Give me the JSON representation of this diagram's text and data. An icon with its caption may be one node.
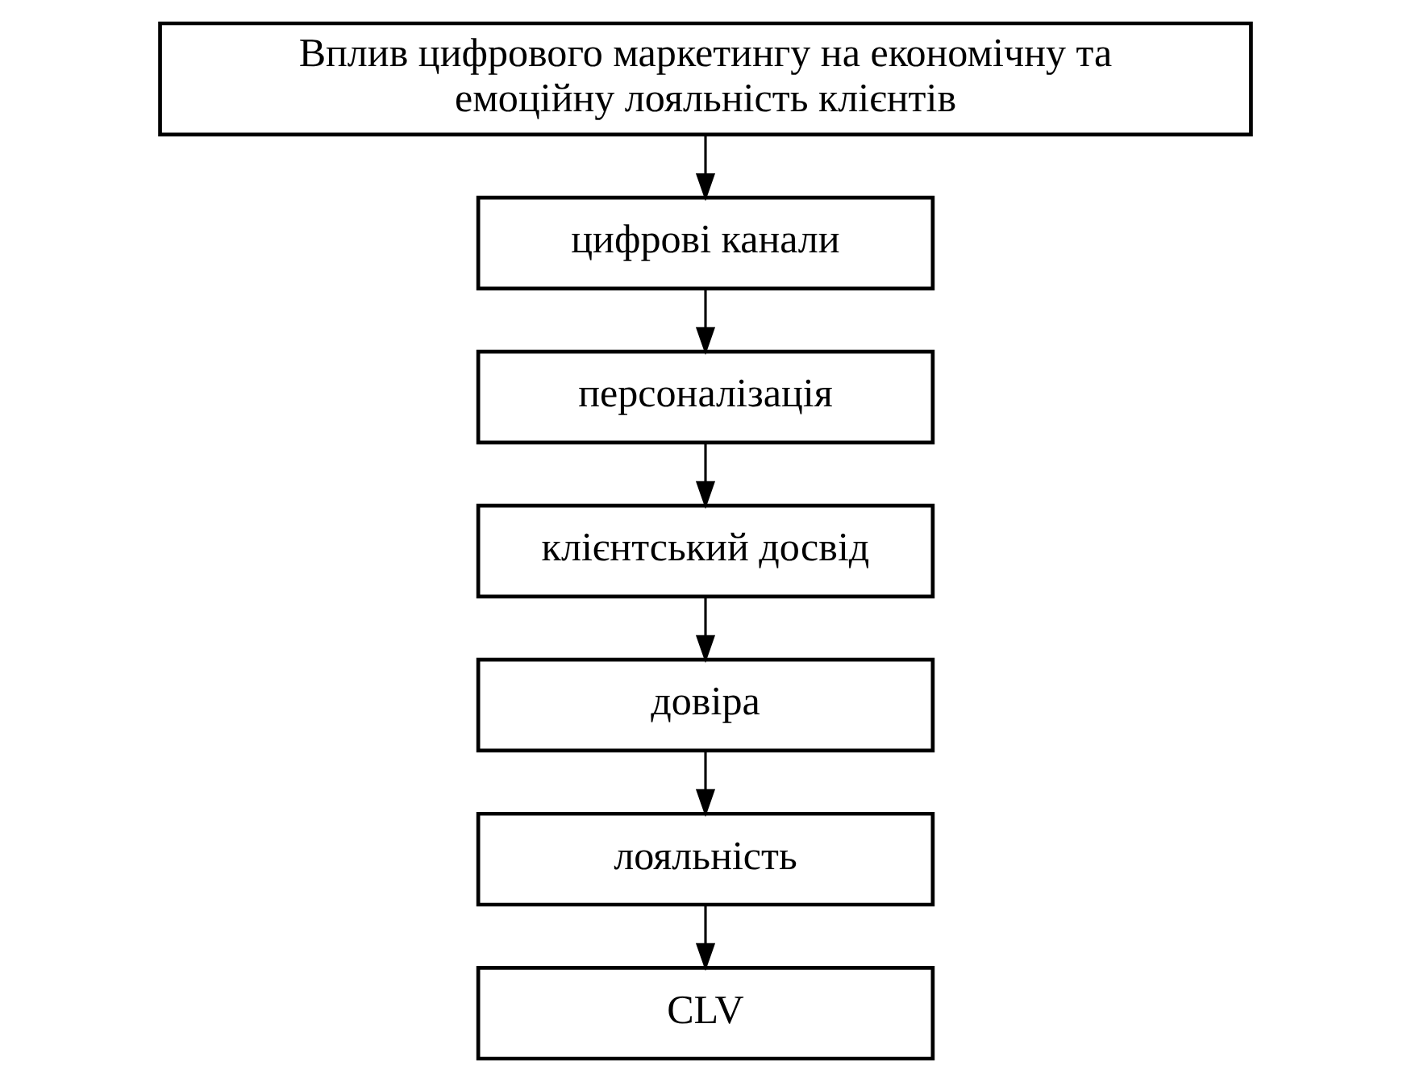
{
  "diagram": {
    "nodes": [
      {
        "text": [
          "Вплив цифрового маркетингу на економічну та емоційну лояльність клієнтів"
        ]
      },
      {
        "text": [
          "цифрові канали"
        ]
      },
      {
        "text": [
          "персоналізація"
        ]
      },
      {
        "text": [
          "клієнтський досвід"
        ]
      },
      {
        "text": [
          "довіра"
        ]
      },
      {
        "text": [
          "лояльність"
        ]
      },
      {
        "text": [
          "CLV"
        ]
      }
    ],
    "edges": [
      {
        "from": 0,
        "to": 1,
        "arrow": "to"
      },
      {
        "from": 1,
        "to": 2,
        "arrow": "to"
      },
      {
        "from": 2,
        "to": 3,
        "arrow": "to"
      },
      {
        "from": 3,
        "to": 4,
        "arrow": "to"
      },
      {
        "from": 4,
        "to": 5,
        "arrow": "to"
      },
      {
        "from": 5,
        "to": 6,
        "arrow": "to"
      }
    ]
  }
}
